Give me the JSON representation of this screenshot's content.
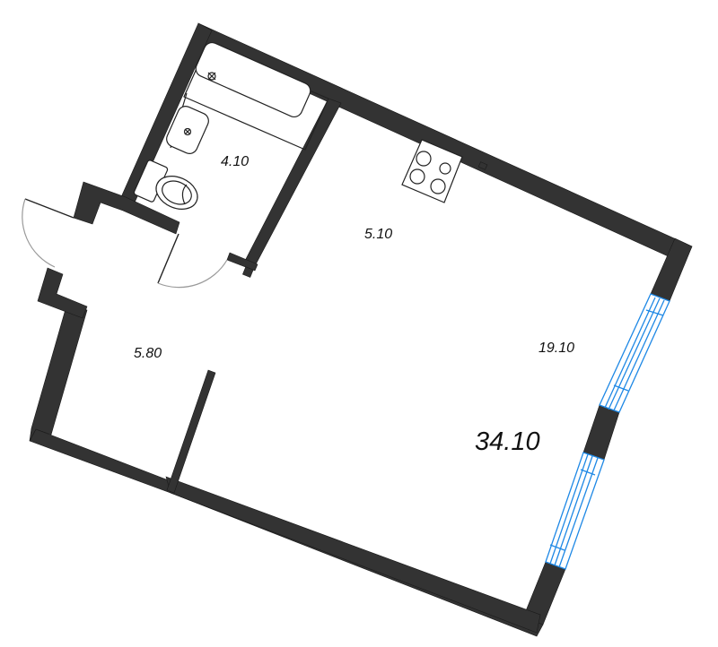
{
  "floor_plan": {
    "total_area": "34.10",
    "rooms": [
      {
        "id": "bathroom",
        "area": "4.10"
      },
      {
        "id": "kitchen",
        "area": "5.10"
      },
      {
        "id": "hallway",
        "area": "5.80"
      },
      {
        "id": "living-room",
        "area": "19.10"
      }
    ],
    "colors": {
      "wall": "#333333",
      "window": "#1e88e5",
      "background": "#ffffff"
    },
    "fixtures": [
      "bathtub",
      "sink",
      "toilet",
      "stove"
    ],
    "doors": [
      "entrance-door",
      "bathroom-door"
    ],
    "windows": [
      "window-upper",
      "window-lower"
    ]
  }
}
